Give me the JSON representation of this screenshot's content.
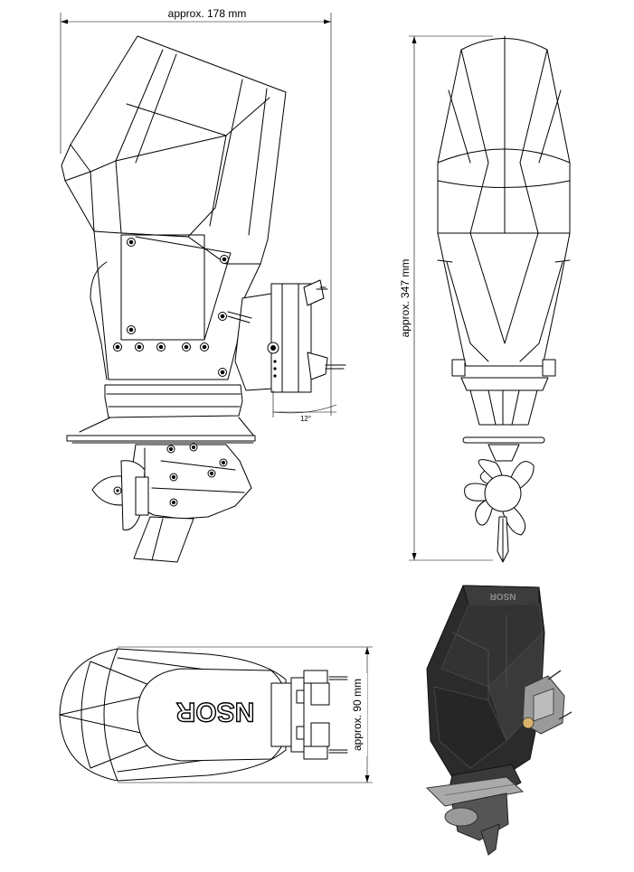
{
  "dimensions": {
    "width_label": "approx. 178 mm",
    "height_label": "approx. 347 mm",
    "depth_label": "approx. 90 mm",
    "tilt_angle_label": "12°"
  },
  "branding": {
    "logo_text": "NSOR"
  },
  "views": [
    "side-view",
    "rear-view",
    "top-view",
    "isometric-render"
  ],
  "colors": {
    "line": "#000000",
    "render_body": "#2b2b2b",
    "render_highlight": "#5a5a5a",
    "render_parts": "#9a9a9a"
  }
}
